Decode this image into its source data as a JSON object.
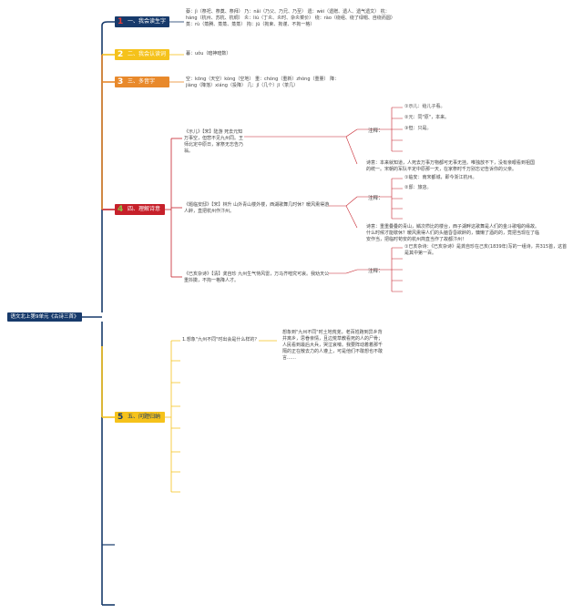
{
  "root": {
    "label": "语文北上第9单元《古诗三首》"
  },
  "branches": [
    {
      "num": "1",
      "label": "一、我会读生字",
      "color": "#173a6b",
      "num_color": "#e53935",
      "note": "蔡：jì（祭祀、祭奠、祭拜）  乃：nǎi（乃父、乃兄、乃至）  遗：wèi（遗赠、遗人、遗气遗文）  杭：háng（杭州、苏杭、杭绸）  炎：liú（丁炎、炎时、杂炎菜价）  绕：rào（绕组、绕了绿帽、自绕而圆）  蒸：rù（蒸腾、蒸蒸、蒸蒸）  拘：jū（拘束、拘谨、不拘一格）"
    },
    {
      "num": "2",
      "label": "二、我会认读词",
      "color": "#f5c21b",
      "num_color": "#ffffff",
      "note": "暮：uǒu（暗神暗数）"
    },
    {
      "num": "3",
      "label": "三、多音字",
      "color": "#e8892b",
      "num_color": "#ffffff",
      "note": "空：kōng（天空）kòng（空地）  重：chóng（重新）zhòng（重量）  降：jiàng（降落）xiáng（投降）  几：jǐ（几个）jī（茶几）"
    },
    {
      "num": "4",
      "label": "四、理解诗意",
      "color": "#c6202a",
      "num_color": "#ffffff"
    },
    {
      "num": "5",
      "label": "五、问题归纳",
      "color": "#f5c21b",
      "num_color": "#173a6b"
    }
  ],
  "poems": [
    {
      "title": "《示儿》【宋】陆游  死去元知万事空，但悲不见九州同。王师北定中原日，家祭无忘告乃翁。",
      "note_label": "注释：",
      "notes": [
        "①示儿：给儿子看。",
        "②元：同\"原\"，本来。",
        "③但：只是。"
      ],
      "meaning": "诗意：本来就知道，人死去万事万物都可无事无挂。唯独放不下，没有亲眼看到祖国的统一。宋朝的军队平定中原那一天，在家祭时千万别忘记告诉你的父亲。"
    },
    {
      "title": "《题临安邸》【宋】林升  山外青山楼外楼，西湖歌舞几时休？暖风熏得游人醉，直把杭州作汴州。",
      "note_label": "注释：",
      "notes": [
        "①临安：南宋都城，即今浙江杭州。",
        "②邸：旅店。"
      ],
      "meaning": "诗意：重重叠叠的青山，鳞次栉比的楼台，西子湖畔这歌舞是人们的金斗歌唱的缘故。什么时候才能歇休？暖风熏得人们的头脑昏昏欲醉的，慵懒了酒的的，竟把当现在了临安作当，把临时苟安的杭州简直当作了故都汴州！"
    },
    {
      "title": "《已亥杂诗》【清】龚自珍  九州生气恃风雷，万马齐喑究可哀。我劝天公重抖擞，不拘一格降人才。",
      "note_label": "注释：",
      "notes": [
        "①已亥杂诗：《已亥杂诗》是龚自珍在己亥(1839年)写的一组诗，共315首，这首是其中第一百。"
      ],
      "meaning": ""
    }
  ],
  "question": {
    "q": "1.想象\"九州不同\"时出会是什么样的？",
    "a": "想象到\"九州不同\"时土地荒芜，老百姓跑到异乡背井离乡，思眷亲情，且边荒草教看死的人的尸骨；人民看到最后大兵，哭泣哀嚎。我要阵动着着那千隔的正在散去力的人遵上，可是他们不敢想也不敢言……"
  },
  "colors": {
    "trunk": "#173a6b",
    "red": "#c6202a",
    "yellow": "#f5c21b",
    "orange": "#e8892b"
  }
}
